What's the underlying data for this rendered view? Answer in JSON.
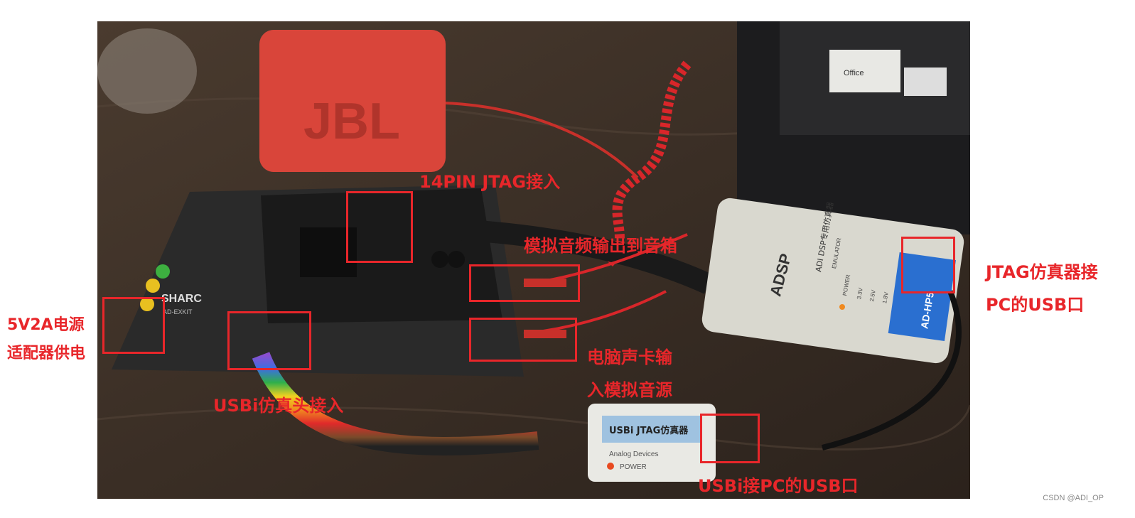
{
  "labels": {
    "jtag_14pin": "14PIN JTAG接入",
    "audio_out": "模拟音频输出到音箱",
    "jtag_pc_line1": "JTAG仿真器接",
    "jtag_pc_line2": "PC的USB口",
    "power_line1": "5V2A电源",
    "power_line2": "适配器供电",
    "pc_sound_line1": "电脑声卡输",
    "pc_sound_line2": "入模拟音源",
    "usbi_in": "USBi仿真头接入",
    "usbi_pc": "USBi接PC的USB口"
  },
  "photo_text": {
    "speaker_brand": "JBL",
    "emulator_brand": "ADSP",
    "emulator_title": "ADI DSP专用仿真器",
    "emulator_sub": "EMULATOR",
    "emulator_model": "AD-HP5",
    "emulator_power": "POWER",
    "emulator_v1": "3.3V",
    "emulator_v2": "2.5V",
    "emulator_v3": "1.8V",
    "usbi_title": "USBi JTAG仿真器",
    "usbi_vendor": "Analog Devices",
    "usbi_power": "POWER",
    "board_name": "SHARC",
    "board_sub": "AD-EXKIT",
    "office_card": "Office"
  },
  "watermark": "CSDN @ADI_OP",
  "colors": {
    "annotation": "#e8262a",
    "table": "#3a2f26",
    "speaker": "#d9453a",
    "cable_red": "#d8262a"
  }
}
